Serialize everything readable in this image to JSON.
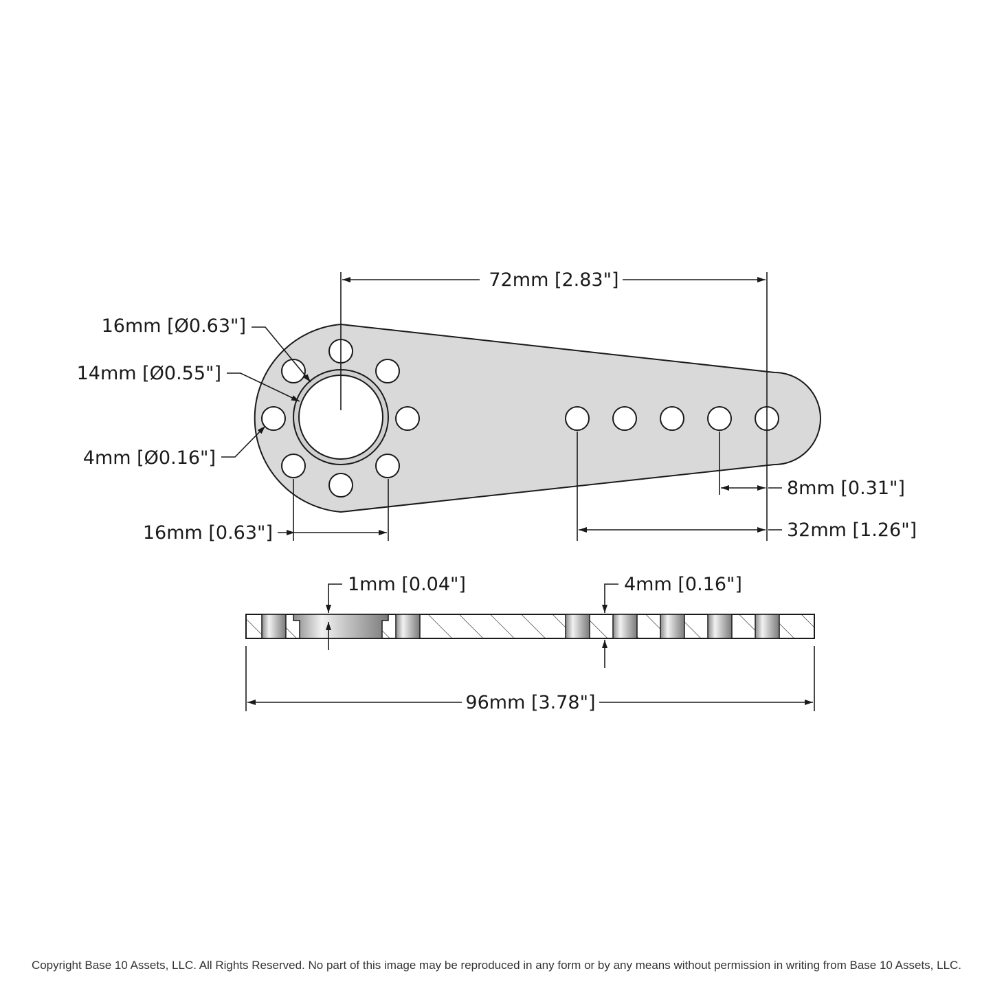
{
  "dimensions": {
    "overall_center_span": "72mm [2.83\"]",
    "hub_outer_diameter": "16mm [Ø0.63\"]",
    "hub_bore_diameter": "14mm [Ø0.55\"]",
    "hole_diameter": "4mm [Ø0.16\"]",
    "hub_hole_spacing": "16mm [0.63\"]",
    "arm_hole_pitch": "8mm [0.31\"]",
    "arm_hole_span": "32mm [1.26\"]",
    "counterbore_depth": "1mm [0.04\"]",
    "plate_thickness": "4mm [0.16\"]",
    "overall_length": "96mm [3.78\"]"
  },
  "colors": {
    "plate_fill": "#d9d9d9",
    "outline": "#1a1a1a",
    "hole_fill": "#ffffff"
  },
  "copyright": "Copyright Base 10 Assets, LLC.  All Rights Reserved. No part of this image may be reproduced in any form or by any means without permission in writing from Base 10 Assets, LLC."
}
